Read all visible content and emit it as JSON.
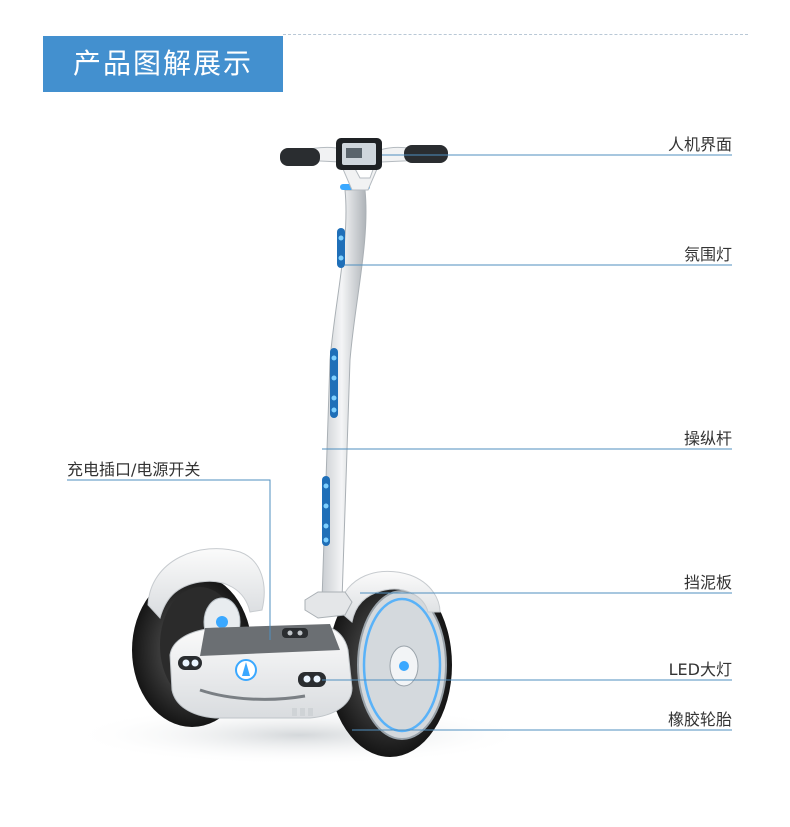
{
  "header": {
    "title": "产品图解展示"
  },
  "callouts": {
    "hmi": "人机界面",
    "ambient_light": "氛围灯",
    "control_rod": "操纵杆",
    "charging_port": "充电插口/电源开关",
    "fender": "挡泥板",
    "led_headlight": "LED大灯",
    "rubber_tire": "橡胶轮胎"
  },
  "colors": {
    "accent": "#4390cf",
    "leader_line": "#4f8fbf",
    "led_glow": "#3aa8ff"
  }
}
